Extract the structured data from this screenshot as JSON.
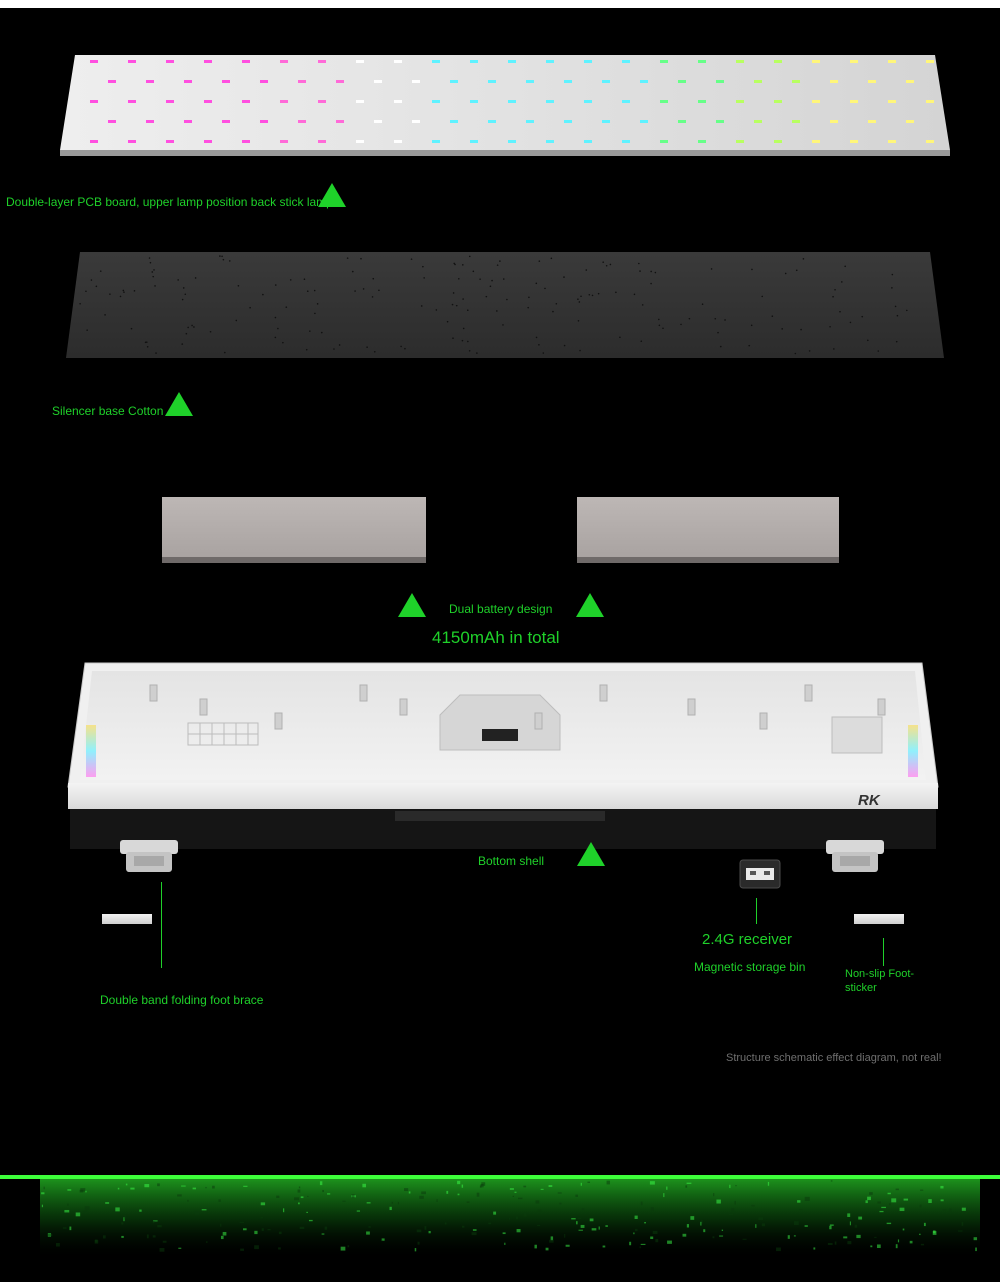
{
  "labels": {
    "pcb": "Double-layer PCB board, upper lamp position back stick lamp",
    "silencer": "Silencer base Cotton",
    "battery_line1": "Dual battery design",
    "battery_line2": "4150mAh in total",
    "bottom_shell": "Bottom shell",
    "receiver": "2.4G receiver",
    "storage": "Magnetic storage bin",
    "sticker_line1": "Non-slip Foot-",
    "sticker_line2": "sticker",
    "foot_brace": "Double band folding foot brace",
    "disclaimer": "Structure schematic effect diagram, not real!",
    "brand_logo": "RK"
  },
  "colors": {
    "accent_green": "#1fd12a",
    "background": "#000000",
    "note_gray": "#6f6f6f"
  }
}
